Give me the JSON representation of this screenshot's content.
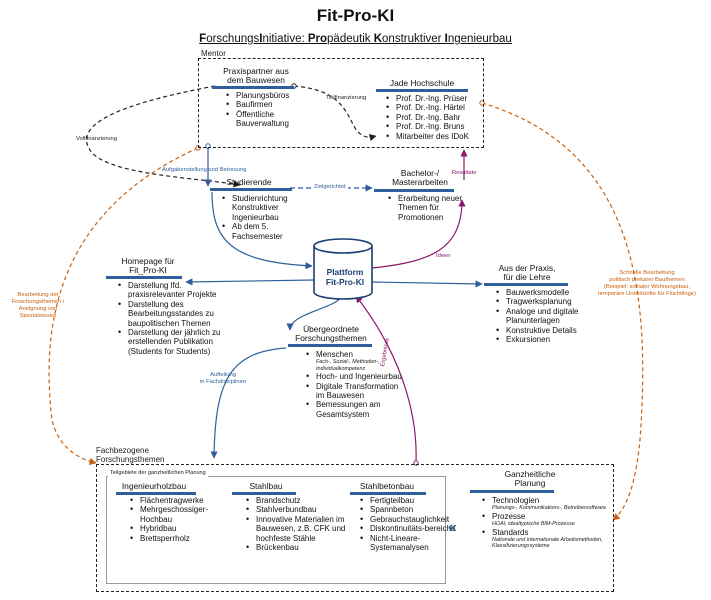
{
  "title": "Fit-Pro-KI",
  "subtitle": {
    "p1b": "F",
    "p1": "orschungs",
    "p2b": "I",
    "p2": "nitiative: ",
    "p3b": "Pro",
    "p3": "pädeutik ",
    "p4b": "K",
    "p4": "onstruktiver ",
    "p5b": "I",
    "p5": "ngenieurbau"
  },
  "mentor": {
    "label": "Mentor",
    "praxis": {
      "head": [
        "Praxispartner aus",
        "dem Bauwesen"
      ],
      "items": [
        "Planungsbüros",
        "Baufirmen",
        "Öffentliche Bauverwaltung"
      ]
    },
    "jade": {
      "head": [
        "Jade Hochschule"
      ],
      "items": [
        "Prof. Dr.-Ing. Prüser",
        "Prof. Dr.-Ing. Härtel",
        "Prof. Dr.-Ing. Bahr",
        "Prof. Dr.-Ing. Bruns",
        "Mitarbeiter des IDoK"
      ]
    }
  },
  "studierende": {
    "head": [
      "Studierende"
    ],
    "items": [
      "Studienrichtung Konstruktiver Ingenieurbau",
      "Ab dem 5. Fachsemester"
    ]
  },
  "bachelor": {
    "head": [
      "Bachelor-/",
      "Masterarbeiten"
    ],
    "items": [
      "Erarbeitung neuer Themen für Promotionen"
    ]
  },
  "platform": {
    "line1": "Plattform",
    "line2": "Fit-Pro-KI"
  },
  "homepage": {
    "head": [
      "Homepage für",
      "Fit_Pro-KI"
    ],
    "items": [
      "Darstellung lfd. praxisrelevanter Projekte",
      "Darstellung des Bearbeitungsstandes zu baupolitischen Themen",
      "Darstellung der jährlich zu erstellenden Publikation (Students for Students)"
    ]
  },
  "praxis_lehre": {
    "head": [
      "Aus der Praxis,",
      "für die Lehre"
    ],
    "items": [
      "Bauwerksmodelle",
      "Tragwerksplanung",
      "Analoge und digitale Planunterlagen",
      "Konstruktive Details",
      "Exkursionen"
    ]
  },
  "uebergeordnet": {
    "head": [
      "Übergeordnete",
      "Forschungsthemen"
    ],
    "items": [
      {
        "text": "Menschen",
        "sub": "Fach-, Sozial-, Methoden-, Individualkompetenz"
      },
      {
        "text": "Hoch- und Ingenieurbau",
        "sub": ""
      },
      {
        "text": "Digitale Transformation im Bauwesen",
        "sub": ""
      },
      {
        "text": "Bemessungen am Gesamtsystem",
        "sub": ""
      }
    ]
  },
  "fachbezogen": {
    "label": [
      "Fachbezogene",
      "Forschungsthemen"
    ],
    "inner_label": "Teilgebiete der ganzheitlichen Planung",
    "ingenieurholzbau": {
      "head": [
        "Ingenieurholzbau"
      ],
      "items": [
        "Flächentragwerke",
        "Mehrgeschossiger-Hochbau",
        "Hybridbau",
        "Brettsperrholz"
      ]
    },
    "stahlbau": {
      "head": [
        "Stahlbau"
      ],
      "items": [
        "Brandschutz",
        "Stahlverbundbau",
        "Innovative Materialien im Bauwesen, z.B. CFK und hochfeste Stähle",
        "Brückenbau"
      ]
    },
    "stahlbetonbau": {
      "head": [
        "Stahlbetonbau"
      ],
      "items": [
        "Fertigteilbau",
        "Spannbeton",
        "Gebrauchstauglichkeit",
        "Diskontinuitäts-bereiche",
        "Nicht-Lineare-Systemanalysen"
      ]
    },
    "chevron": "«",
    "ganzheitlich": {
      "head": [
        "Ganzheitliche",
        "Planung"
      ],
      "items": [
        {
          "text": "Technologien",
          "sub": "Planungs-, Kommunikations-, Betreibersoftware"
        },
        {
          "text": "Prozesse",
          "sub": "HOAI, idealtypische BIM-Prozesse"
        },
        {
          "text": "Standards",
          "sub": "Nationale und internationale Arbeitsmethoden, Klassifizierungssysteme"
        }
      ]
    }
  },
  "labels": {
    "teilfinanzierung": "Teilfinanzierung",
    "vollfinanzierung": "Vollfinanzierung",
    "aufgabenstellung": "Aufgabenstellung und Betreuung",
    "zielgerichtet": "Zielgerichtet",
    "resultate": "Resultate",
    "ideen": "Ideen",
    "ergebnisse": "Ergebnisse",
    "aufteilung": [
      "Aufteilung",
      "in Fachdisziplinen"
    ],
    "bearbeitung_links": [
      "Bearbeitung der",
      "Forschungsthemen /",
      "Aneignung von",
      "Spezialwissen"
    ],
    "bearbeitung_rechts": [
      "Schnelle Bearbeitung",
      "politisch prekärer  Bauthemen",
      "(Beispiel: sozialer Wohnungsbau,",
      "temporäre Unterkünfte für Flüchtlinge)"
    ]
  },
  "colors": {
    "accent": "#2f5f9a",
    "orange": "#c8600f",
    "purple": "#8a1a6e",
    "text": "#111111"
  }
}
